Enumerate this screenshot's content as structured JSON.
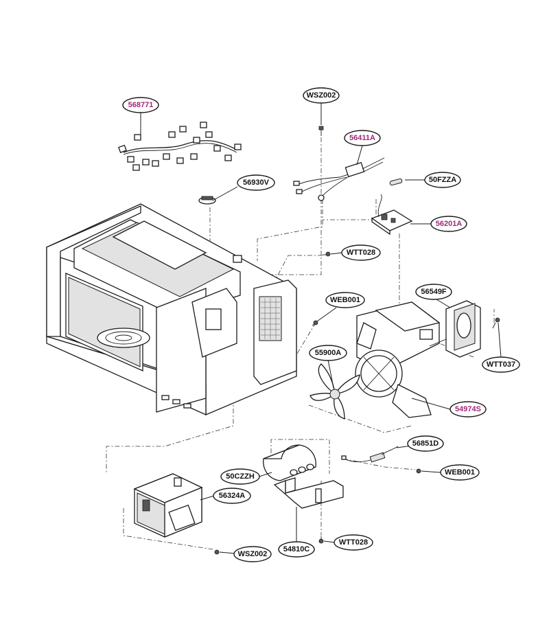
{
  "colors": {
    "default_text": "#111111",
    "highlight_text": "#a0287a"
  },
  "callouts": [
    {
      "id": "568771",
      "label": "568771",
      "highlight": true
    },
    {
      "id": "WSZ002-top",
      "label": "WSZ002",
      "highlight": false
    },
    {
      "id": "56411A",
      "label": "56411A",
      "highlight": true
    },
    {
      "id": "56930V",
      "label": "56930V",
      "highlight": false
    },
    {
      "id": "50FZZA",
      "label": "50FZZA",
      "highlight": false
    },
    {
      "id": "56201A",
      "label": "56201A",
      "highlight": true
    },
    {
      "id": "WTT028-top",
      "label": "WTT028",
      "highlight": false
    },
    {
      "id": "WEB001-mid",
      "label": "WEB001",
      "highlight": false
    },
    {
      "id": "56549F",
      "label": "56549F",
      "highlight": false
    },
    {
      "id": "WTT037",
      "label": "WTT037",
      "highlight": false
    },
    {
      "id": "55900A",
      "label": "55900A",
      "highlight": false
    },
    {
      "id": "54974S",
      "label": "54974S",
      "highlight": true
    },
    {
      "id": "56851D",
      "label": "56851D",
      "highlight": false
    },
    {
      "id": "WEB001-low",
      "label": "WEB001",
      "highlight": false
    },
    {
      "id": "50CZZH",
      "label": "50CZZH",
      "highlight": false
    },
    {
      "id": "56324A",
      "label": "56324A",
      "highlight": false
    },
    {
      "id": "WSZ002-bottom",
      "label": "WSZ002",
      "highlight": false
    },
    {
      "id": "54810C",
      "label": "54810C",
      "highlight": false
    },
    {
      "id": "WTT028-bottom",
      "label": "WTT028",
      "highlight": false
    }
  ]
}
